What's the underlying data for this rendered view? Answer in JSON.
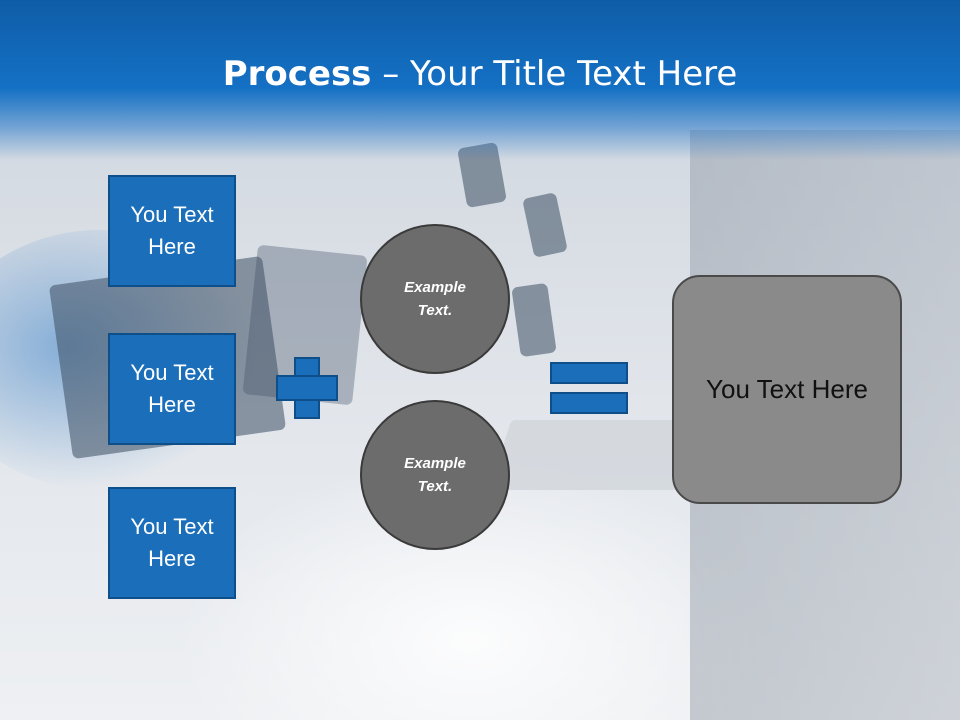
{
  "title": {
    "bold": "Process",
    "rest": " – Your Title Text Here"
  },
  "left_boxes": [
    {
      "label": "You Text Here"
    },
    {
      "label": "You Text Here"
    },
    {
      "label": "You Text Here"
    }
  ],
  "circles": [
    {
      "label": "Example Text."
    },
    {
      "label": "Example Text."
    }
  ],
  "result": {
    "label": "You Text Here"
  },
  "colors": {
    "accent": "#1b6fba",
    "title_bar": "#1470c4",
    "circle": "#6c6c6c",
    "result_box": "#8a8a8a"
  }
}
